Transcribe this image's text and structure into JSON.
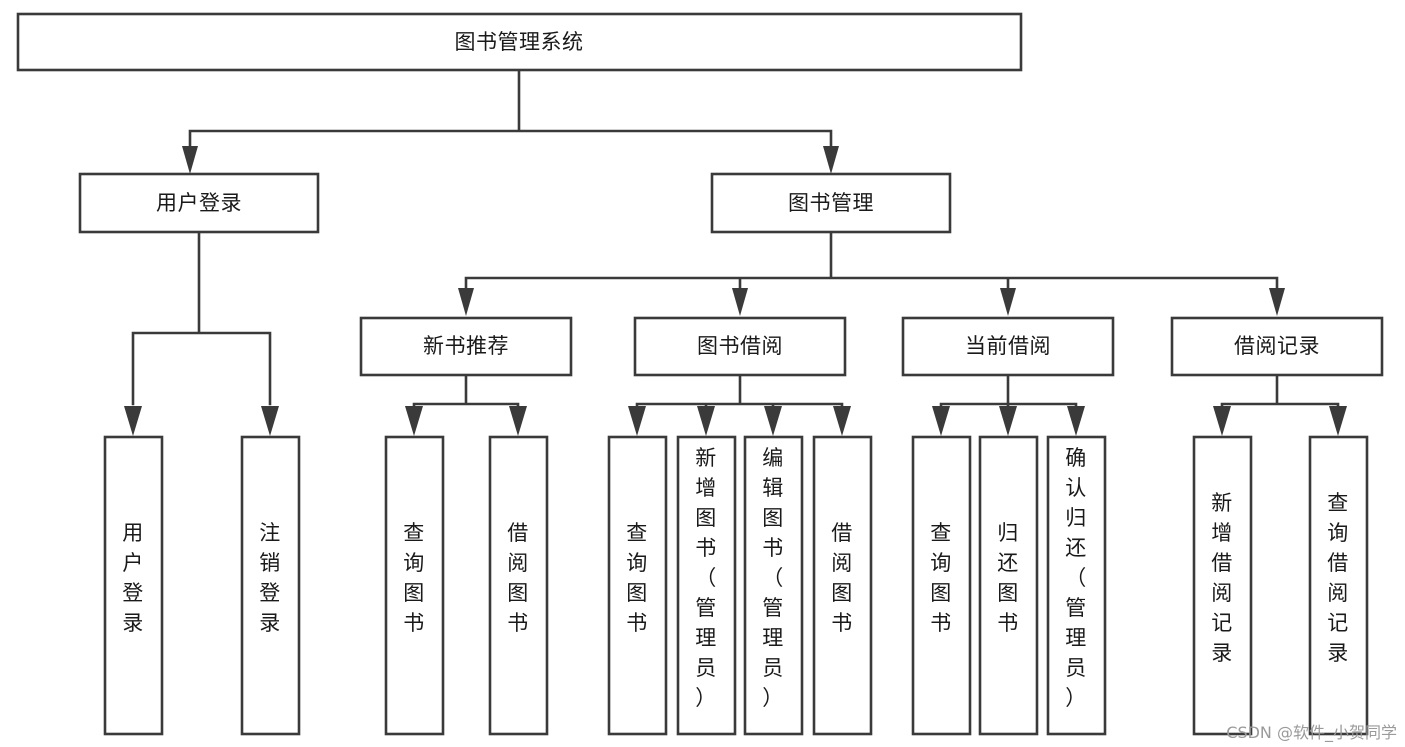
{
  "diagram": {
    "title": "图书管理系统",
    "type": "function-structure-tree",
    "colors": {
      "box_stroke": "#3a3a3a",
      "box_fill": "#ffffff",
      "text": "#1a1a1a",
      "background": "#ffffff",
      "watermark_text": "#9a9a9a"
    },
    "root": {
      "id": "root",
      "label": "图书管理系统"
    },
    "level2": [
      {
        "id": "user-login",
        "label": "用户登录"
      },
      {
        "id": "book-manage",
        "label": "图书管理"
      }
    ],
    "level3": [
      {
        "id": "new-book-rec",
        "label": "新书推荐",
        "parent": "book-manage"
      },
      {
        "id": "book-borrow",
        "label": "图书借阅",
        "parent": "book-manage"
      },
      {
        "id": "current-borrow",
        "label": "当前借阅",
        "parent": "book-manage"
      },
      {
        "id": "borrow-record",
        "label": "借阅记录",
        "parent": "book-manage"
      }
    ],
    "leaves": [
      {
        "id": "leaf-user-login",
        "label": "用户登录",
        "parent": "user-login"
      },
      {
        "id": "leaf-logout-login",
        "label": "注销登录",
        "parent": "user-login"
      },
      {
        "id": "leaf-query-book-rec",
        "label": "查询图书",
        "parent": "new-book-rec"
      },
      {
        "id": "leaf-borrow-book-rec",
        "label": "借阅图书",
        "parent": "new-book-rec"
      },
      {
        "id": "leaf-query-book-borrow",
        "label": "查询图书",
        "parent": "book-borrow"
      },
      {
        "id": "leaf-add-book-admin",
        "label": "新增图书（管理员）",
        "parent": "book-borrow"
      },
      {
        "id": "leaf-edit-book-admin",
        "label": "编辑图书（管理员）",
        "parent": "book-borrow"
      },
      {
        "id": "leaf-borrow-book",
        "label": "借阅图书",
        "parent": "book-borrow"
      },
      {
        "id": "leaf-query-book-current",
        "label": "查询图书",
        "parent": "current-borrow"
      },
      {
        "id": "leaf-return-book",
        "label": "归还图书",
        "parent": "current-borrow"
      },
      {
        "id": "leaf-confirm-return-admin",
        "label": "确认归还（管理员）",
        "parent": "current-borrow"
      },
      {
        "id": "leaf-add-borrow-record",
        "label": "新增借阅记录",
        "parent": "borrow-record"
      },
      {
        "id": "leaf-query-borrow-record",
        "label": "查询借阅记录",
        "parent": "borrow-record"
      }
    ],
    "watermark": "CSDN @软件_小贺同学"
  }
}
